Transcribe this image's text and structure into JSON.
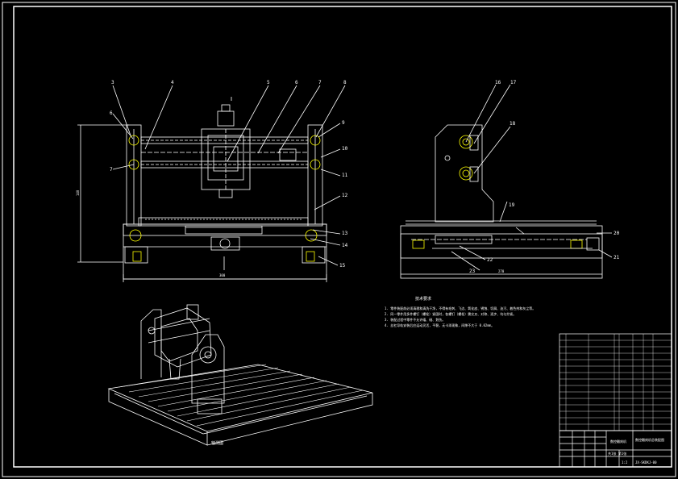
{
  "drawing": {
    "front_view_dim_width": "300",
    "front_view_dim_height": "140",
    "side_view_dim_width": "270",
    "iso_view_caption": "轴测图",
    "part_callouts_front": [
      "3",
      "4",
      "5",
      "6",
      "7",
      "8",
      "9",
      "10",
      "11",
      "12",
      "13",
      "14",
      "15",
      "6",
      "7"
    ],
    "part_callouts_side": [
      "16",
      "17",
      "18",
      "19",
      "20",
      "21",
      "22",
      "23"
    ],
    "tech_req_title": "技术要求",
    "tech_req_lines": [
      "1. 零件装配前必须清理和清洗干净，不得有毛刺、飞边、氧化皮、锈蚀、切屑、油污、着色剂和灰尘等。",
      "2. 同一零件用多件螺钉（螺栓）紧固时，各螺钉（螺栓）需交叉、对称、逐步、均匀拧紧。",
      "3. 装配过程中零件不允许磕、碰、划伤。",
      "4. 丝杠导轨安装后应运动灵活，平稳，无卡滞现象，间隙不大于 0.02mm。"
    ],
    "title_block": {
      "drawing_name": "数控雕刻机总装配图",
      "drawing_number": "JX-SKDKJ-00",
      "material_label": "数控雕刻机",
      "scale": "1:2",
      "sheet": "共1张 第1张"
    }
  },
  "colors": {
    "background": "#000000",
    "lines": "#ffffff",
    "accent": "#ffff00"
  }
}
